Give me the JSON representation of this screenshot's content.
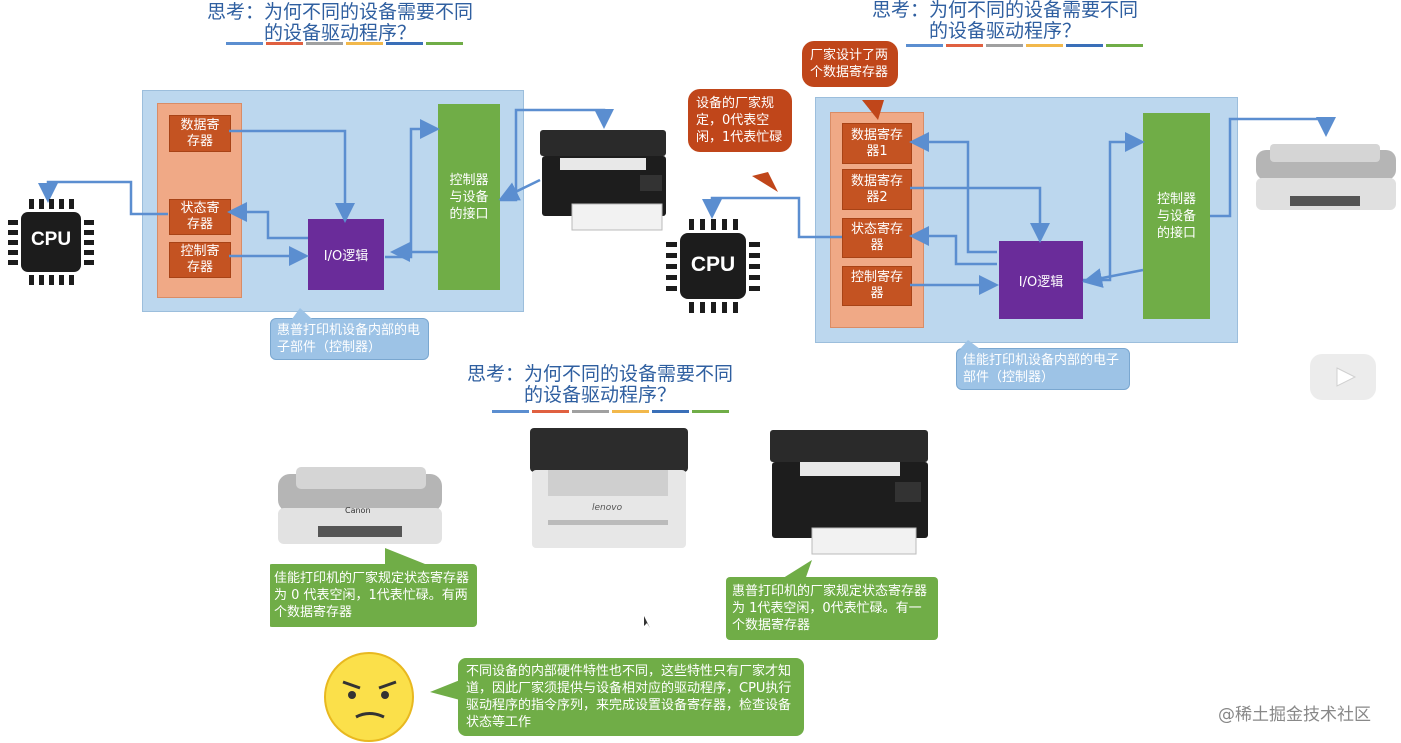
{
  "title_line1": "思考：为何不同的设备需要不同",
  "title_line2": "的设备驱动程序？",
  "stripe_colors": [
    "#5b8ed0",
    "#e06040",
    "#a0a0a0",
    "#f2b84b",
    "#3a6fb8",
    "#70ad47"
  ],
  "cpu_label": "CPU",
  "panel_left": {
    "reg_data": "数据寄存器",
    "reg_status": "状态寄存器",
    "reg_control": "控制寄存器",
    "io_logic": "I/O逻辑",
    "ctrl_interface": "控制器与设备的接口",
    "callout": "惠普打印机设备内部的电子部件（控制器）"
  },
  "panel_right": {
    "callout_red_top": "厂家设计了两个数据寄存器",
    "callout_red_left": "设备的厂家规定，0代表空闲，1代表忙碌",
    "reg_data1": "数据寄存器1",
    "reg_data2": "数据寄存器2",
    "reg_status": "状态寄存器",
    "reg_control": "控制寄存器",
    "io_logic": "I/O逻辑",
    "ctrl_interface": "控制器与设备的接口",
    "callout": "佳能打印机设备内部的电子部件（控制器）"
  },
  "panel_bottom": {
    "canon_note": "佳能打印机的厂家规定状态寄存器为 0 代表空闲，1代表忙碌。有两个数据寄存器",
    "hp_note": "惠普打印机的厂家规定状态寄存器为 1代表空闲，0代表忙碌。有一个数据寄存器",
    "summary": "不同设备的内部硬件特性也不同，这些特性只有厂家才知道，因此厂家须提供与设备相对应的驱动程序，CPU执行驱动程序的指令序列，来完成设置设备寄存器，检查设备状态等工作",
    "canon_brand": "Canon",
    "lenovo_brand": "lenovo"
  },
  "watermark": "@稀土掘金技术社区"
}
